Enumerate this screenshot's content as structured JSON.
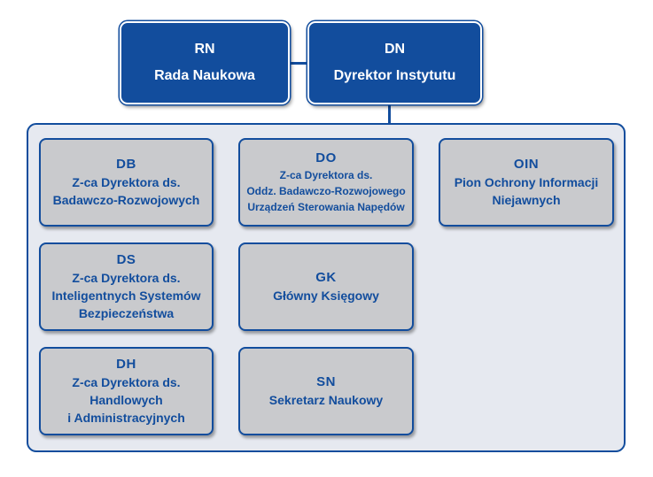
{
  "colors": {
    "primary_blue": "#124d9d",
    "unit_gray": "#c9cacd",
    "panel_bg": "#e6e9f0"
  },
  "top": {
    "rn": {
      "code": "RN",
      "name": "Rada Naukowa"
    },
    "dn": {
      "code": "DN",
      "name": "Dyrektor Instytutu"
    }
  },
  "units": {
    "db": {
      "code": "DB",
      "lines": [
        "Z-ca Dyrektora ds.",
        "Badawczo-Rozwojowych"
      ]
    },
    "do": {
      "code": "DO",
      "lines": [
        "Z-ca Dyrektora ds.",
        "Oddz. Badawczo-Rozwojowego",
        "Urządzeń Sterowania Napędów"
      ]
    },
    "oin": {
      "code": "OIN",
      "lines": [
        "Pion Ochrony Informacji",
        "Niejawnych"
      ]
    },
    "ds": {
      "code": "DS",
      "lines": [
        "Z-ca Dyrektora ds.",
        "Inteligentnych Systemów",
        "Bezpieczeństwa"
      ]
    },
    "gk": {
      "code": "GK",
      "lines": [
        "Główny Księgowy"
      ]
    },
    "dh": {
      "code": "DH",
      "lines": [
        "Z-ca Dyrektora ds.",
        "Handlowych",
        "i Administracyjnych"
      ]
    },
    "sn": {
      "code": "SN",
      "lines": [
        "Sekretarz Naukowy"
      ]
    }
  }
}
